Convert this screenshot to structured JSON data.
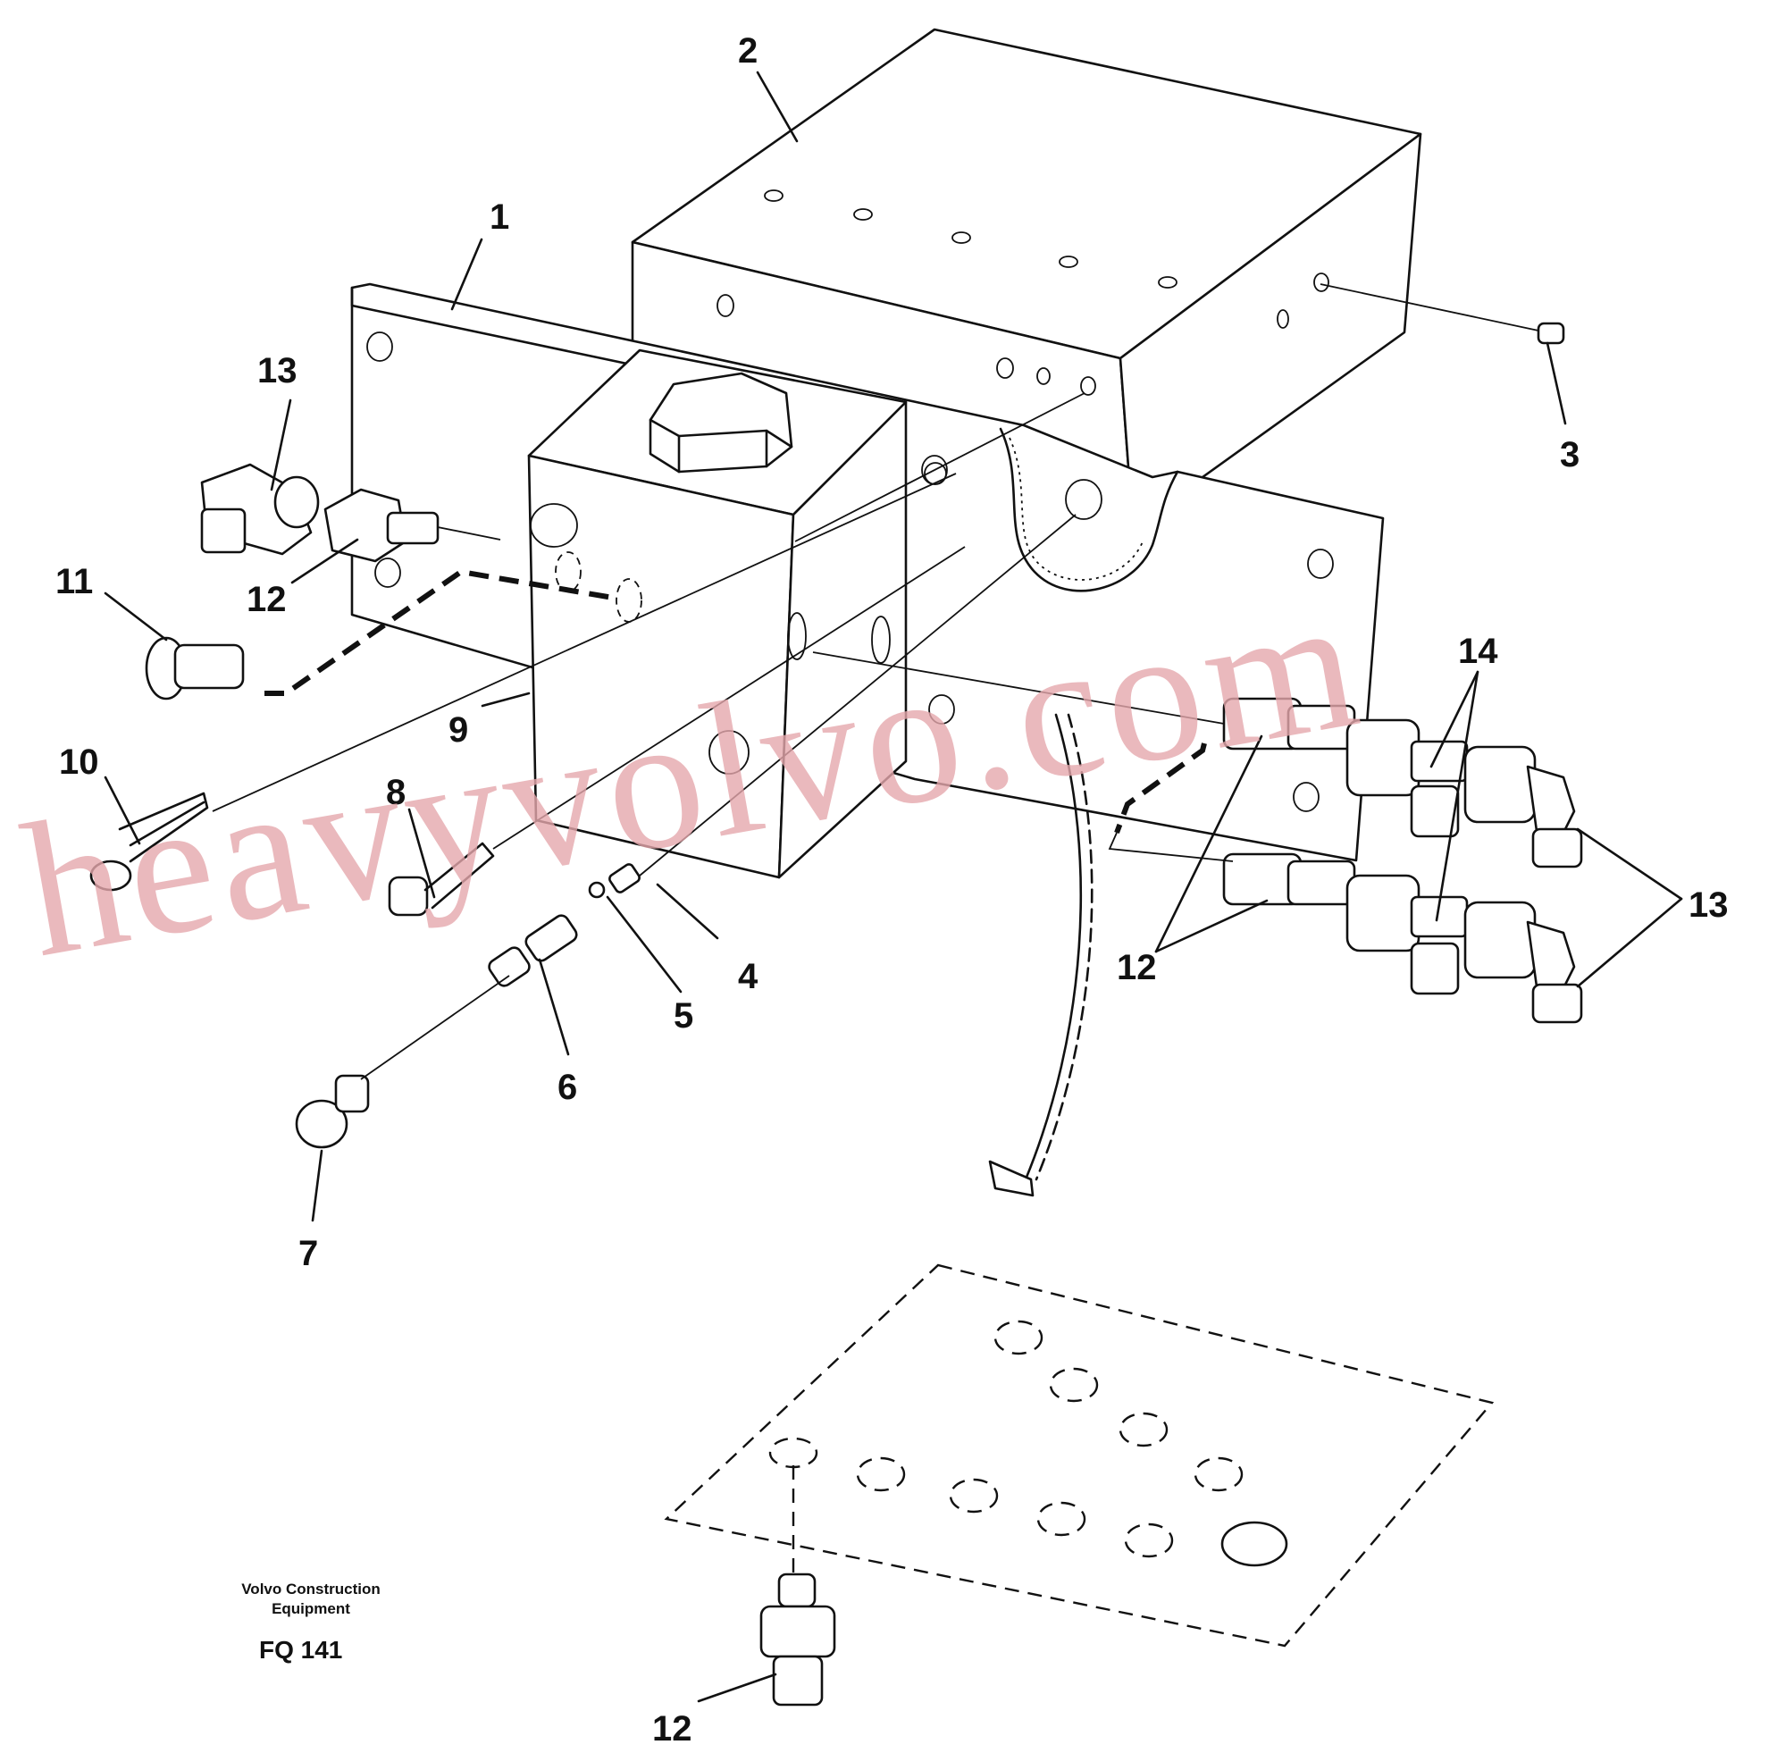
{
  "callouts": [
    {
      "id": "1",
      "text": "1"
    },
    {
      "id": "2",
      "text": "2"
    },
    {
      "id": "3",
      "text": "3"
    },
    {
      "id": "4",
      "text": "4"
    },
    {
      "id": "5",
      "text": "5"
    },
    {
      "id": "6",
      "text": "6"
    },
    {
      "id": "7",
      "text": "7"
    },
    {
      "id": "8",
      "text": "8"
    },
    {
      "id": "9",
      "text": "9"
    },
    {
      "id": "10",
      "text": "10"
    },
    {
      "id": "11",
      "text": "11"
    },
    {
      "id": "12a",
      "text": "12"
    },
    {
      "id": "12b",
      "text": "12"
    },
    {
      "id": "12c",
      "text": "12"
    },
    {
      "id": "13a",
      "text": "13"
    },
    {
      "id": "13b",
      "text": "13"
    },
    {
      "id": "14",
      "text": "14"
    }
  ],
  "footer": {
    "company_line1": "Volvo Construction",
    "company_line2": "Equipment",
    "figure_code": "FQ 141"
  },
  "watermark": "heavyvolvo.com"
}
